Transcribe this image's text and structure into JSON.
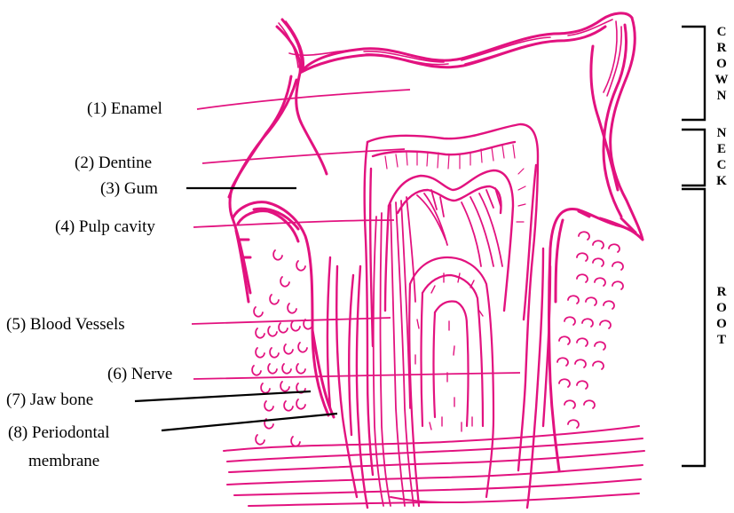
{
  "diagram": {
    "colors": {
      "ink": "#e2127f",
      "label_text": "#000000",
      "background": "#ffffff"
    },
    "labels": [
      {
        "id": "enamel",
        "text": "(1) Enamel",
        "leader": "magenta"
      },
      {
        "id": "dentine",
        "text": "(2) Dentine",
        "leader": "magenta"
      },
      {
        "id": "gum",
        "text": "(3) Gum",
        "leader": "black"
      },
      {
        "id": "pulp",
        "text": "(4) Pulp cavity",
        "leader": "magenta"
      },
      {
        "id": "vessels",
        "text": "(5) Blood Vessels",
        "leader": "magenta"
      },
      {
        "id": "nerve",
        "text": "(6) Nerve",
        "leader": "magenta"
      },
      {
        "id": "jawbone",
        "text": "(7) Jaw bone",
        "leader": "black"
      },
      {
        "id": "perio",
        "text": "(8) Periodontal",
        "leader": "black"
      },
      {
        "id": "perio2",
        "text": "membrane",
        "leader": "none"
      }
    ],
    "regions": [
      {
        "id": "crown",
        "letters": [
          "C",
          "R",
          "O",
          "W",
          "N"
        ]
      },
      {
        "id": "neck",
        "letters": [
          "N",
          "E",
          "C",
          "K"
        ]
      },
      {
        "id": "root",
        "letters": [
          "R",
          "O",
          "O",
          "T"
        ]
      }
    ]
  }
}
